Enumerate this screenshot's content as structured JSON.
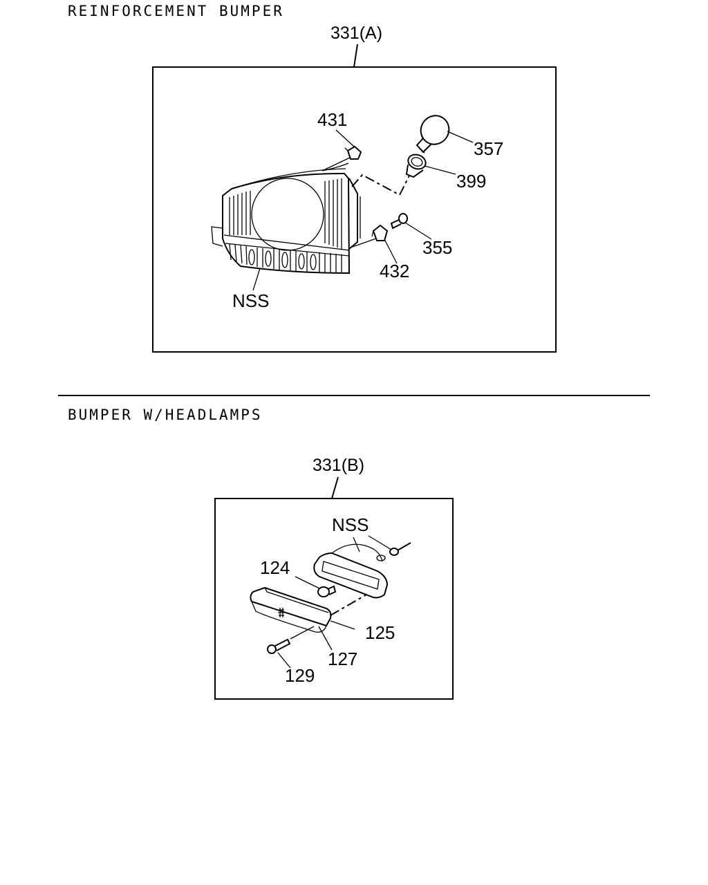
{
  "sections": [
    {
      "title": "REINFORCEMENT BUMPER",
      "ref": "331(A)",
      "parts": [
        "431",
        "357",
        "399",
        "355",
        "432",
        "NSS"
      ]
    },
    {
      "title": "BUMPER W/HEADLAMPS",
      "ref": "331(B)",
      "parts": [
        "NSS",
        "124",
        "125",
        "127",
        "129"
      ]
    }
  ]
}
